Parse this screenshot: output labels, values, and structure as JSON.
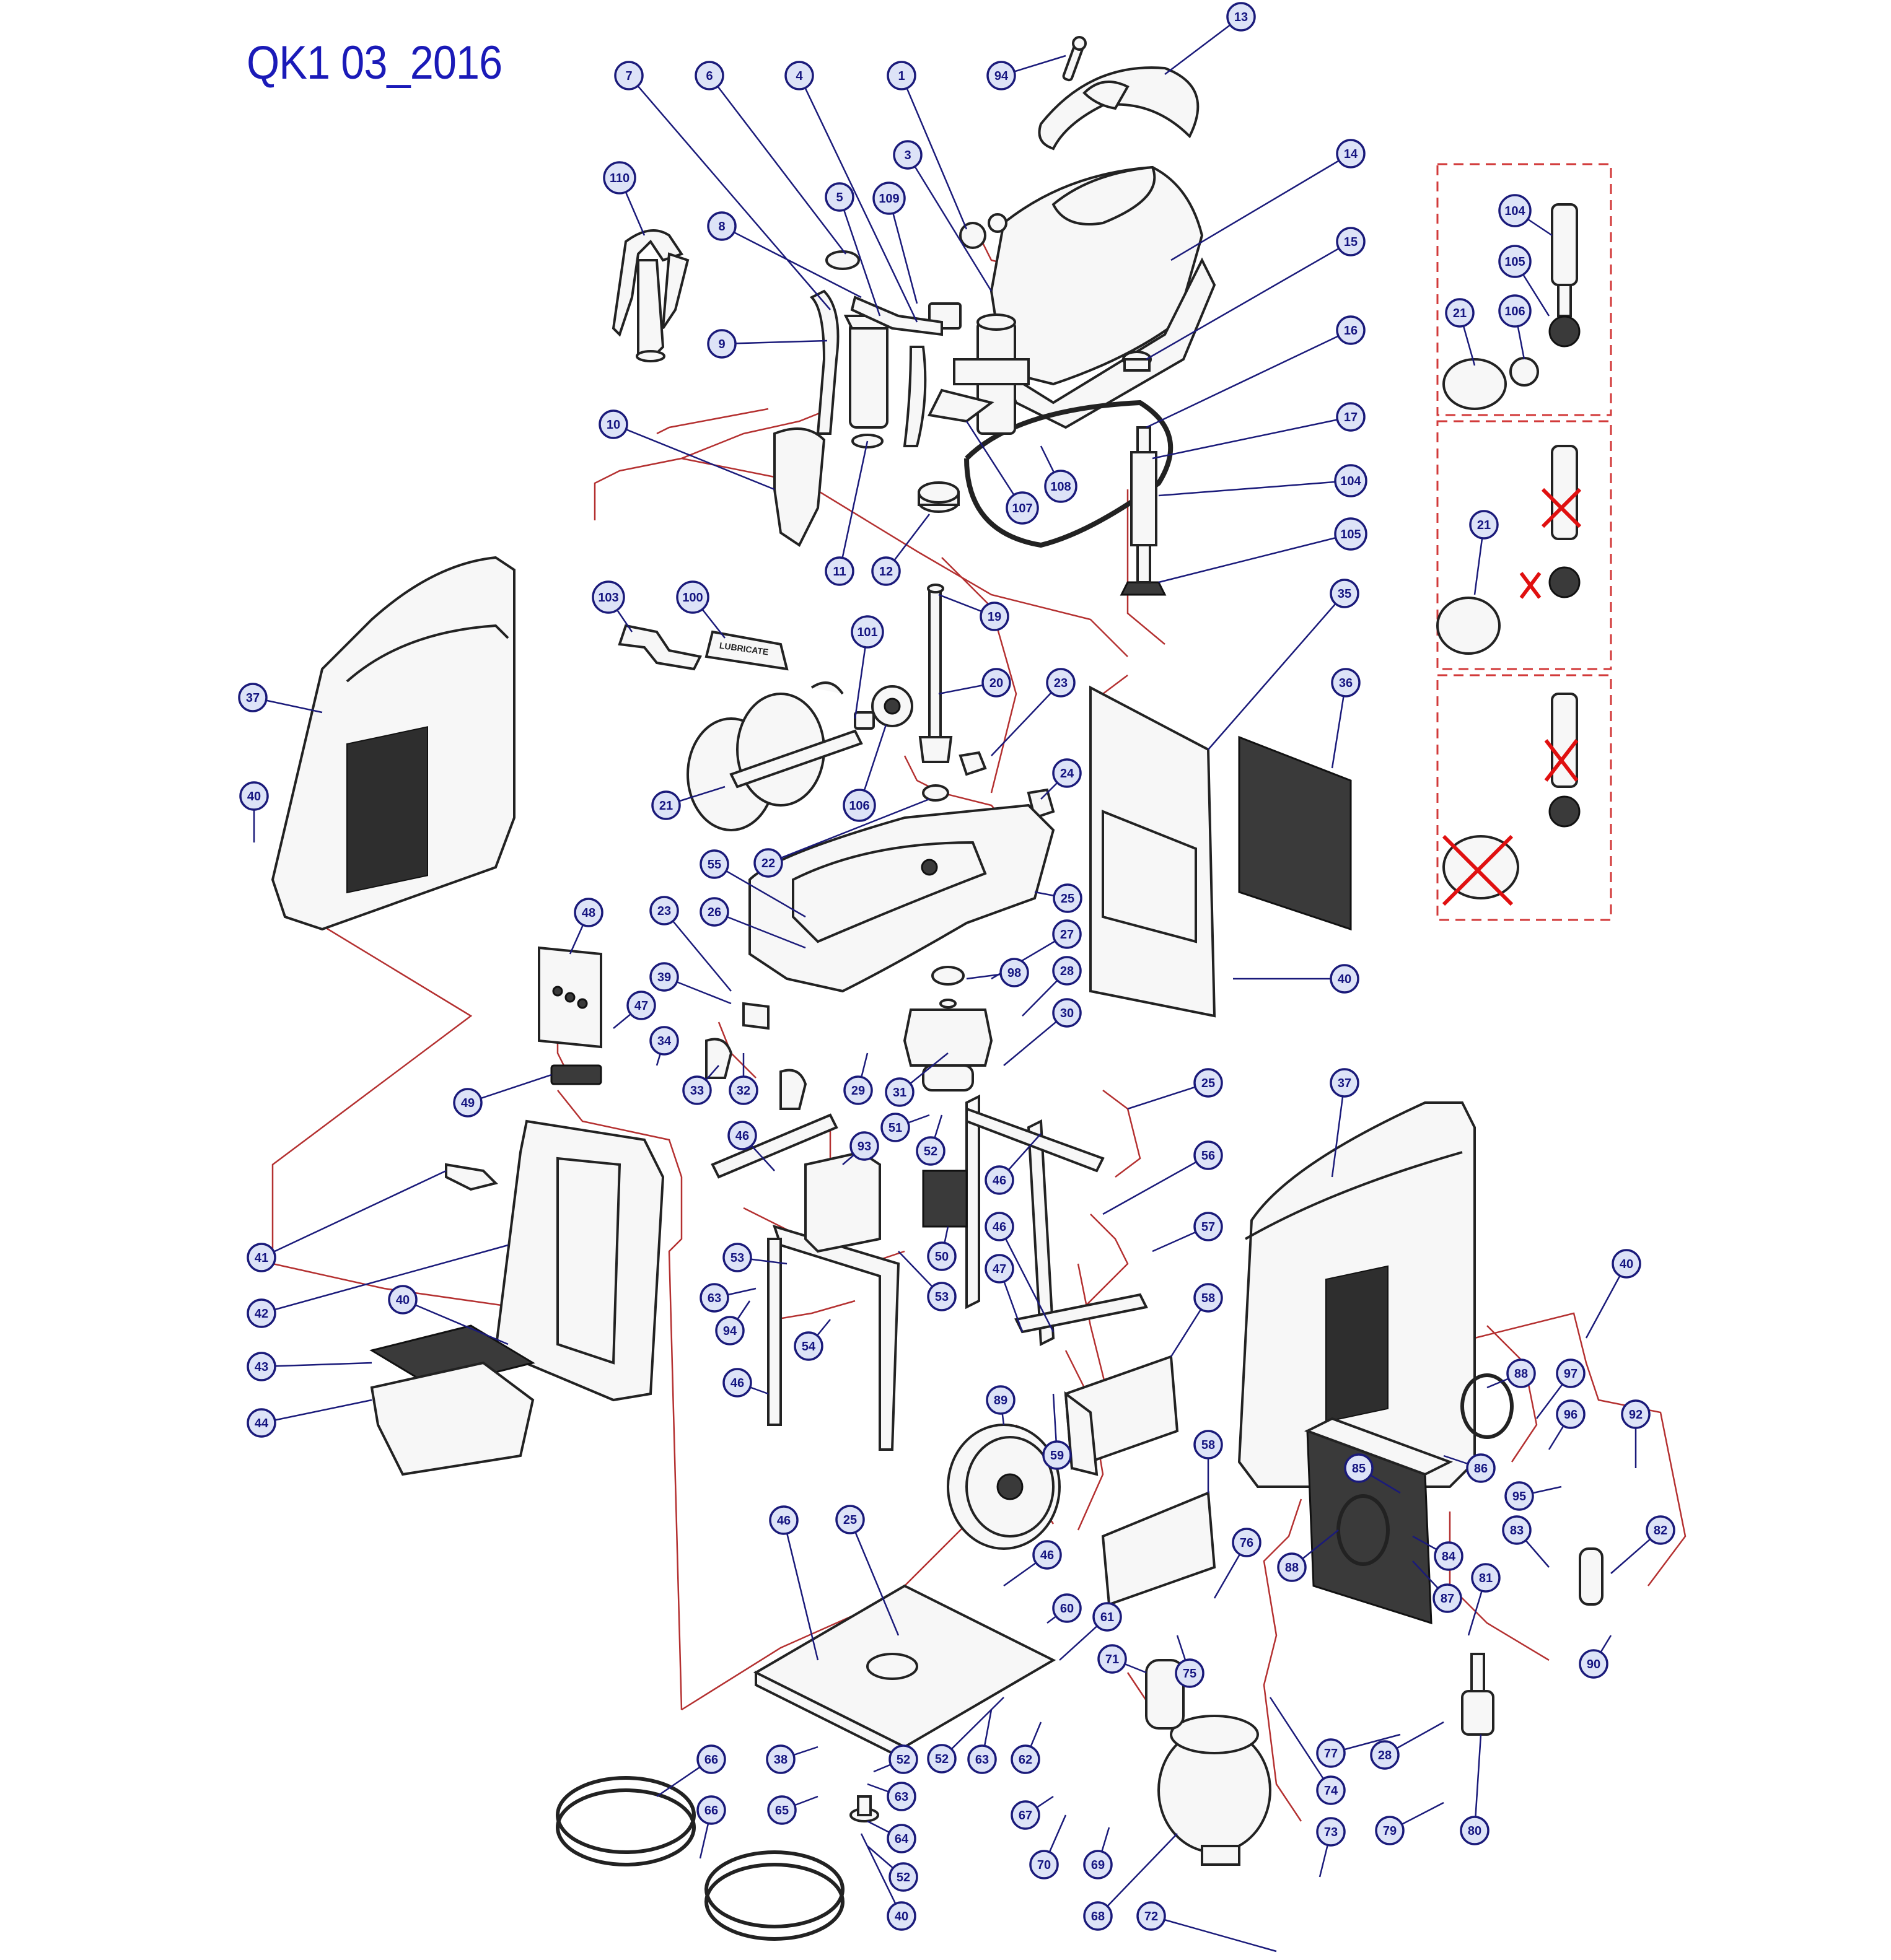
{
  "title": "QK1 03_2016",
  "colors": {
    "title": "#1a1ab8",
    "callout_fill": "#dde3f7",
    "callout_stroke": "#1a1a7a",
    "assembly_path": "#b43030",
    "exclusion_mark": "#e01010"
  },
  "callouts": [
    {
      "id": "c1",
      "label": "1"
    },
    {
      "id": "c3",
      "label": "3"
    },
    {
      "id": "c4",
      "label": "4"
    },
    {
      "id": "c5",
      "label": "5"
    },
    {
      "id": "c6",
      "label": "6"
    },
    {
      "id": "c7",
      "label": "7"
    },
    {
      "id": "c8",
      "label": "8"
    },
    {
      "id": "c9",
      "label": "9"
    },
    {
      "id": "c10",
      "label": "10"
    },
    {
      "id": "c11",
      "label": "11"
    },
    {
      "id": "c12",
      "label": "12"
    },
    {
      "id": "c13",
      "label": "13"
    },
    {
      "id": "c14",
      "label": "14"
    },
    {
      "id": "c15",
      "label": "15"
    },
    {
      "id": "c16",
      "label": "16"
    },
    {
      "id": "c17",
      "label": "17"
    },
    {
      "id": "c19",
      "label": "19"
    },
    {
      "id": "c20",
      "label": "20"
    },
    {
      "id": "c21",
      "label": "21"
    },
    {
      "id": "c22",
      "label": "22"
    },
    {
      "id": "c23a",
      "label": "23"
    },
    {
      "id": "c23b",
      "label": "23"
    },
    {
      "id": "c24",
      "label": "24"
    },
    {
      "id": "c25a",
      "label": "25"
    },
    {
      "id": "c25b",
      "label": "25"
    },
    {
      "id": "c25c",
      "label": "25"
    },
    {
      "id": "c26",
      "label": "26"
    },
    {
      "id": "c27",
      "label": "27"
    },
    {
      "id": "c28a",
      "label": "28"
    },
    {
      "id": "c28b",
      "label": "28"
    },
    {
      "id": "c29",
      "label": "29"
    },
    {
      "id": "c30",
      "label": "30"
    },
    {
      "id": "c31",
      "label": "31"
    },
    {
      "id": "c32",
      "label": "32"
    },
    {
      "id": "c33",
      "label": "33"
    },
    {
      "id": "c34",
      "label": "34"
    },
    {
      "id": "c35",
      "label": "35"
    },
    {
      "id": "c36",
      "label": "36"
    },
    {
      "id": "c37a",
      "label": "37"
    },
    {
      "id": "c37b",
      "label": "37"
    },
    {
      "id": "c38",
      "label": "38"
    },
    {
      "id": "c39",
      "label": "39"
    },
    {
      "id": "c40a",
      "label": "40"
    },
    {
      "id": "c40b",
      "label": "40"
    },
    {
      "id": "c40c",
      "label": "40"
    },
    {
      "id": "c40d",
      "label": "40"
    },
    {
      "id": "c40e",
      "label": "40"
    },
    {
      "id": "c41",
      "label": "41"
    },
    {
      "id": "c42",
      "label": "42"
    },
    {
      "id": "c43",
      "label": "43"
    },
    {
      "id": "c44",
      "label": "44"
    },
    {
      "id": "c46a",
      "label": "46"
    },
    {
      "id": "c46b",
      "label": "46"
    },
    {
      "id": "c46c",
      "label": "46"
    },
    {
      "id": "c46d",
      "label": "46"
    },
    {
      "id": "c46e",
      "label": "46"
    },
    {
      "id": "c46f",
      "label": "46"
    },
    {
      "id": "c47a",
      "label": "47"
    },
    {
      "id": "c47b",
      "label": "47"
    },
    {
      "id": "c48",
      "label": "48"
    },
    {
      "id": "c49",
      "label": "49"
    },
    {
      "id": "c50",
      "label": "50"
    },
    {
      "id": "c51",
      "label": "51"
    },
    {
      "id": "c52a",
      "label": "52"
    },
    {
      "id": "c52b",
      "label": "52"
    },
    {
      "id": "c52c",
      "label": "52"
    },
    {
      "id": "c52d",
      "label": "52"
    },
    {
      "id": "c53a",
      "label": "53"
    },
    {
      "id": "c53b",
      "label": "53"
    },
    {
      "id": "c54",
      "label": "54"
    },
    {
      "id": "c55",
      "label": "55"
    },
    {
      "id": "c56",
      "label": "56"
    },
    {
      "id": "c57",
      "label": "57"
    },
    {
      "id": "c58a",
      "label": "58"
    },
    {
      "id": "c58b",
      "label": "58"
    },
    {
      "id": "c59",
      "label": "59"
    },
    {
      "id": "c60",
      "label": "60"
    },
    {
      "id": "c61",
      "label": "61"
    },
    {
      "id": "c62",
      "label": "62"
    },
    {
      "id": "c63a",
      "label": "63"
    },
    {
      "id": "c63b",
      "label": "63"
    },
    {
      "id": "c63c",
      "label": "63"
    },
    {
      "id": "c64",
      "label": "64"
    },
    {
      "id": "c65",
      "label": "65"
    },
    {
      "id": "c66a",
      "label": "66"
    },
    {
      "id": "c66b",
      "label": "66"
    },
    {
      "id": "c67",
      "label": "67"
    },
    {
      "id": "c68",
      "label": "68"
    },
    {
      "id": "c69",
      "label": "69"
    },
    {
      "id": "c70",
      "label": "70"
    },
    {
      "id": "c71",
      "label": "71"
    },
    {
      "id": "c72",
      "label": "72"
    },
    {
      "id": "c73",
      "label": "73"
    },
    {
      "id": "c74",
      "label": "74"
    },
    {
      "id": "c75",
      "label": "75"
    },
    {
      "id": "c76",
      "label": "76"
    },
    {
      "id": "c77",
      "label": "77"
    },
    {
      "id": "c79",
      "label": "79"
    },
    {
      "id": "c80",
      "label": "80"
    },
    {
      "id": "c81",
      "label": "81"
    },
    {
      "id": "c82",
      "label": "82"
    },
    {
      "id": "c83",
      "label": "83"
    },
    {
      "id": "c84",
      "label": "84"
    },
    {
      "id": "c85",
      "label": "85"
    },
    {
      "id": "c86",
      "label": "86"
    },
    {
      "id": "c87",
      "label": "87"
    },
    {
      "id": "c88a",
      "label": "88"
    },
    {
      "id": "c88b",
      "label": "88"
    },
    {
      "id": "c89",
      "label": "89"
    },
    {
      "id": "c90",
      "label": "90"
    },
    {
      "id": "c92",
      "label": "92"
    },
    {
      "id": "c93",
      "label": "93"
    },
    {
      "id": "c94a",
      "label": "94"
    },
    {
      "id": "c94b",
      "label": "94"
    },
    {
      "id": "c95",
      "label": "95"
    },
    {
      "id": "c96",
      "label": "96"
    },
    {
      "id": "c97",
      "label": "97"
    },
    {
      "id": "c98",
      "label": "98"
    },
    {
      "id": "c100",
      "label": "100"
    },
    {
      "id": "c101",
      "label": "101"
    },
    {
      "id": "c103",
      "label": "103"
    },
    {
      "id": "c104a",
      "label": "104"
    },
    {
      "id": "c104b",
      "label": "104"
    },
    {
      "id": "c105a",
      "label": "105"
    },
    {
      "id": "c105b",
      "label": "105"
    },
    {
      "id": "c106a",
      "label": "106"
    },
    {
      "id": "c106b",
      "label": "106"
    },
    {
      "id": "c107",
      "label": "107"
    },
    {
      "id": "c108",
      "label": "108"
    },
    {
      "id": "c109",
      "label": "109"
    },
    {
      "id": "c110",
      "label": "110"
    },
    {
      "id": "c21b",
      "label": "21"
    },
    {
      "id": "c21c",
      "label": "21"
    }
  ],
  "lubricant_label": "LUBRICATE"
}
